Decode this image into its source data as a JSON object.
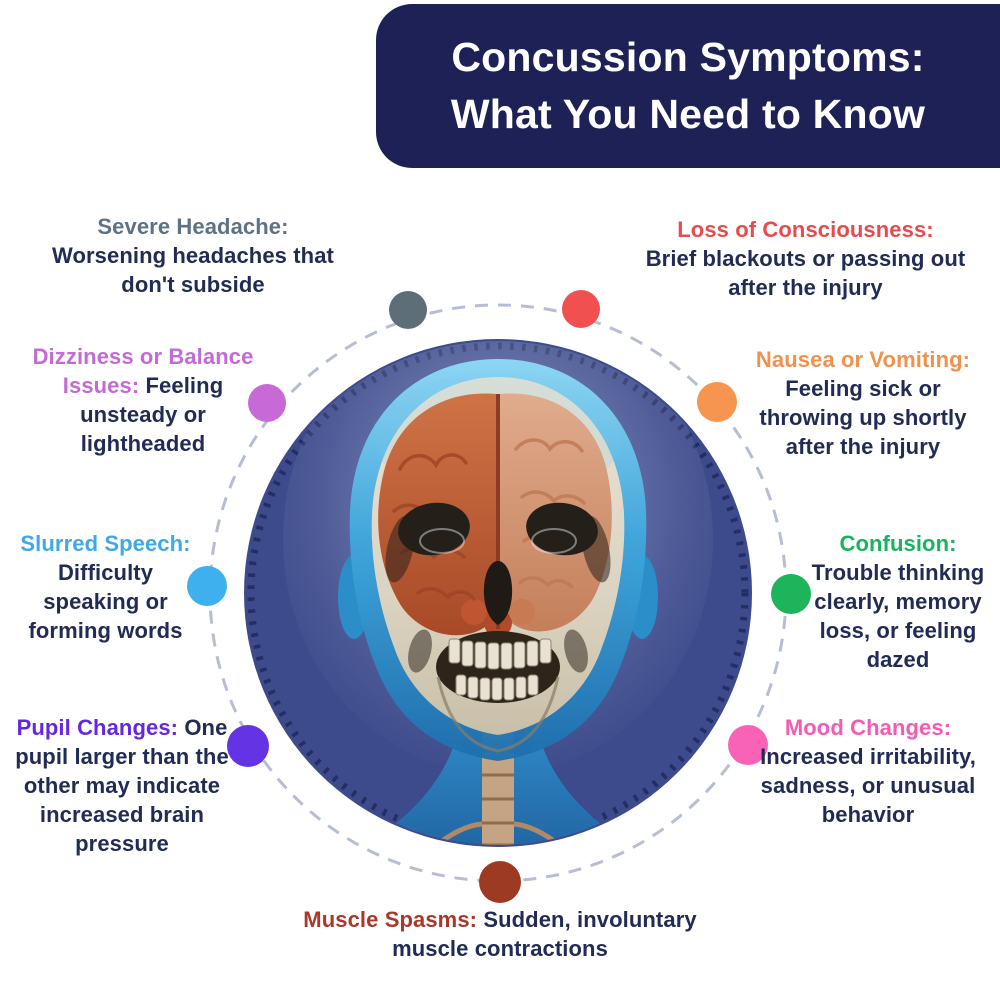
{
  "title": {
    "line1": "Concussion Symptoms:",
    "line2": "What You Need to Know",
    "bg_color": "#1e2156",
    "text_color": "#ffffff"
  },
  "text_color": "#222b54",
  "background_color": "#ffffff",
  "symptoms": [
    {
      "name": "severe-headache",
      "label": "Severe Headache:",
      "description": "Worsening headaches that don't subside",
      "label_color": "#5e7286",
      "dot_color": "#5d6e79"
    },
    {
      "name": "loss-of-consciousness",
      "label": "Loss of Consciousness:",
      "description": "Brief blackouts or passing out after the injury",
      "label_color": "#e84a4d",
      "dot_color": "#f05150"
    },
    {
      "name": "dizziness-or-balance-issues",
      "label": "Dizziness or Balance Issues:",
      "description": "Feeling unsteady or lightheaded",
      "label_color": "#c36ad7",
      "dot_color": "#c76ad8"
    },
    {
      "name": "nausea-or-vomiting",
      "label": "Nausea or Vomiting:",
      "description": "Feeling sick or throwing up shortly after the injury",
      "label_color": "#f0914d",
      "dot_color": "#f5954f"
    },
    {
      "name": "slurred-speech",
      "label": "Slurred Speech:",
      "description": "Difficulty speaking or forming words",
      "label_color": "#3ea9e9",
      "dot_color": "#3fb0ee"
    },
    {
      "name": "confusion",
      "label": "Confusion:",
      "description": "Trouble thinking clearly, memory loss, or feeling dazed",
      "label_color": "#17b45b",
      "dot_color": "#1db45c"
    },
    {
      "name": "pupil-changes",
      "label": "Pupil Changes:",
      "description": "One pupil larger than the other may indicate increased brain pressure",
      "label_color": "#6527df",
      "dot_color": "#6433e3"
    },
    {
      "name": "mood-changes",
      "label": "Mood Changes:",
      "description": "Increased irritability, sadness, or unusual behavior",
      "label_color": "#f65bb1",
      "dot_color": "#f863b7"
    },
    {
      "name": "muscle-spasms",
      "label": "Muscle Spasms:",
      "description": "Sudden, involuntary muscle contractions",
      "label_color": "#a8392a",
      "dot_color": "#9d3a23"
    }
  ],
  "illustration": {
    "disc_color": "#3d4a8c",
    "rim_tick_color": "#242e64",
    "dashed_ring_color": "#b6bdd4",
    "head_color": "#45b5e8",
    "skull_color": "#ddd6c6",
    "brain_color_left": "#c4603a",
    "brain_color_right": "#d99d7c"
  }
}
